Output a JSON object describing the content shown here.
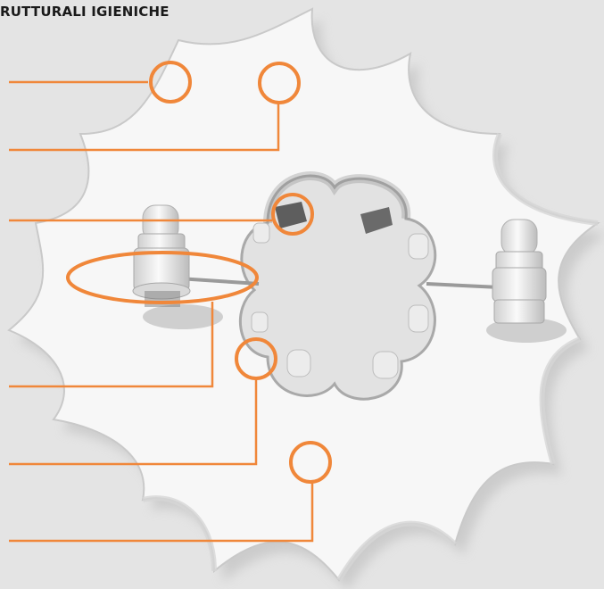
{
  "title": "RUTTURALI IGIENICHE",
  "colors": {
    "background": "#e4e4e4",
    "accent_orange": "#f0873a",
    "part_white": "#f7f7f7",
    "part_shadow": "#bdbdbd",
    "title_text": "#1a1a1a"
  },
  "callouts": [
    {
      "id": "callout-1",
      "marker": "circle"
    },
    {
      "id": "callout-2",
      "marker": "circle"
    },
    {
      "id": "callout-3",
      "marker": "circle"
    },
    {
      "id": "callout-4",
      "marker": "ellipse"
    },
    {
      "id": "callout-5",
      "marker": "circle"
    },
    {
      "id": "callout-6",
      "marker": "circle"
    },
    {
      "id": "callout-7",
      "marker": "circle"
    }
  ]
}
